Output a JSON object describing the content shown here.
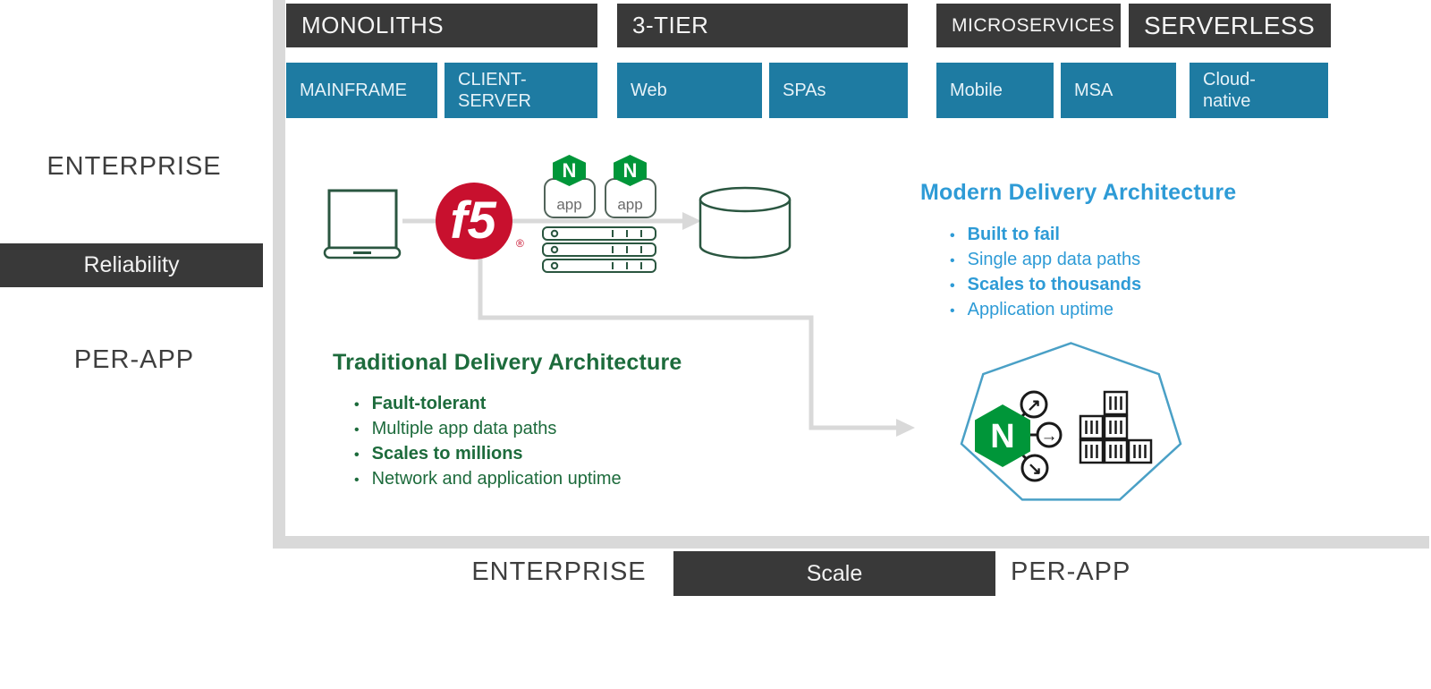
{
  "top_axis": {
    "headers": {
      "monoliths": "MONOLITHS",
      "three_tier": "3-TIER",
      "microservices": "MICROSERVICES",
      "serverless": "SERVERLESS"
    },
    "tags": {
      "mainframe": "MAINFRAME",
      "client_server": "CLIENT-SERVER",
      "web": "Web",
      "spas": "SPAs",
      "mobile": "Mobile",
      "msa": "MSA",
      "cloud_native": "Cloud-native"
    }
  },
  "left_axis": {
    "top": "ENTERPRISE",
    "middle": "Reliability",
    "bottom": "PER-APP"
  },
  "bottom_axis": {
    "left": "ENTERPRISE",
    "middle": "Scale",
    "right": "PER-APP"
  },
  "traditional": {
    "title": "Traditional Delivery Architecture",
    "bullets": [
      "Fault-tolerant",
      "Multiple app data paths",
      "Scales to millions",
      "Network and application uptime"
    ]
  },
  "modern": {
    "title": "Modern Delivery Architecture",
    "bullets": [
      "Built to fail",
      "Single app data paths",
      "Scales to thousands",
      "Application uptime"
    ]
  },
  "diagram": {
    "f5_logo_text": "f5",
    "f5_registered": "®",
    "nginx_letter": "N",
    "app_label": "app",
    "arrow_up_right": "↗",
    "arrow_right": "→",
    "arrow_down_right": "↘"
  },
  "colors": {
    "dark_box": "#393939",
    "blue_box": "#1E7BA2",
    "green_text": "#1D6B3C",
    "blue_text": "#2E9BD6",
    "nginx_green": "#009639",
    "f5_red": "#C8102E",
    "outline_green": "#2A5640",
    "connector_gray": "#D9D9D9",
    "heptagon_blue": "#4AA0C6"
  }
}
